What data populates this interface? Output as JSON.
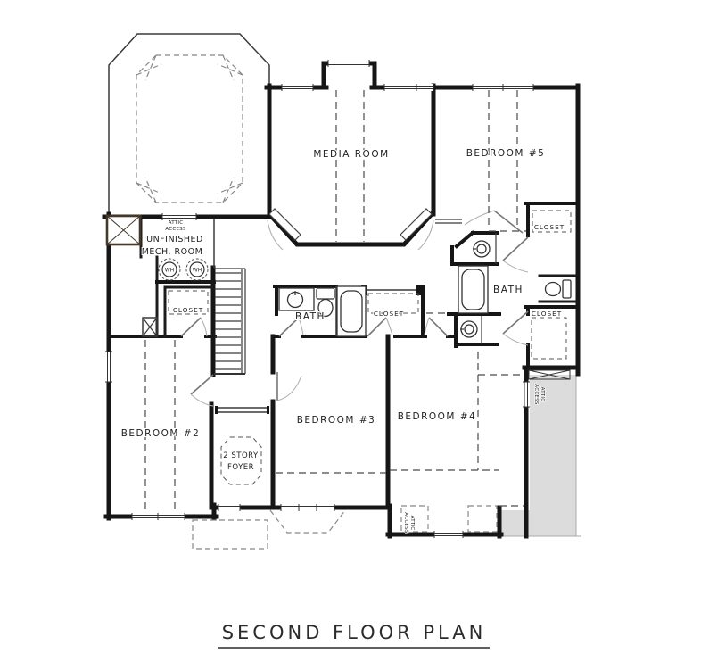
{
  "title": {
    "text": "SECOND FLOOR PLAN"
  },
  "rooms": {
    "media_room": "MEDIA ROOM",
    "bedroom_5": "BEDROOM #5",
    "bedroom_2": "BEDROOM #2",
    "bedroom_3": "BEDROOM #3",
    "bedroom_4": "BEDROOM #4",
    "bath_center": "BATH",
    "bath_right": "BATH",
    "closet_left": "CLOSET",
    "closet_center": "CLOSET",
    "closet_right_top": "CLOSET",
    "closet_right_bottom": "CLOSET",
    "mech_room_line1": "UNFINISHED",
    "mech_room_line2": "MECH. ROOM",
    "foyer_line1": "2 STORY",
    "foyer_line2": "FOYER"
  },
  "annotations": {
    "attic_access_line1": "ATTIC",
    "attic_access_line2": "ACCESS",
    "water_heater": "WH"
  },
  "colors": {
    "wall": "#161616",
    "thin_line": "#3a3a3a",
    "dashed_line": "#4a4a4a",
    "door_arc": "#b0b0b0",
    "attic_fill": "#dcdcdc",
    "chimney": "#463828",
    "background": "#ffffff"
  }
}
